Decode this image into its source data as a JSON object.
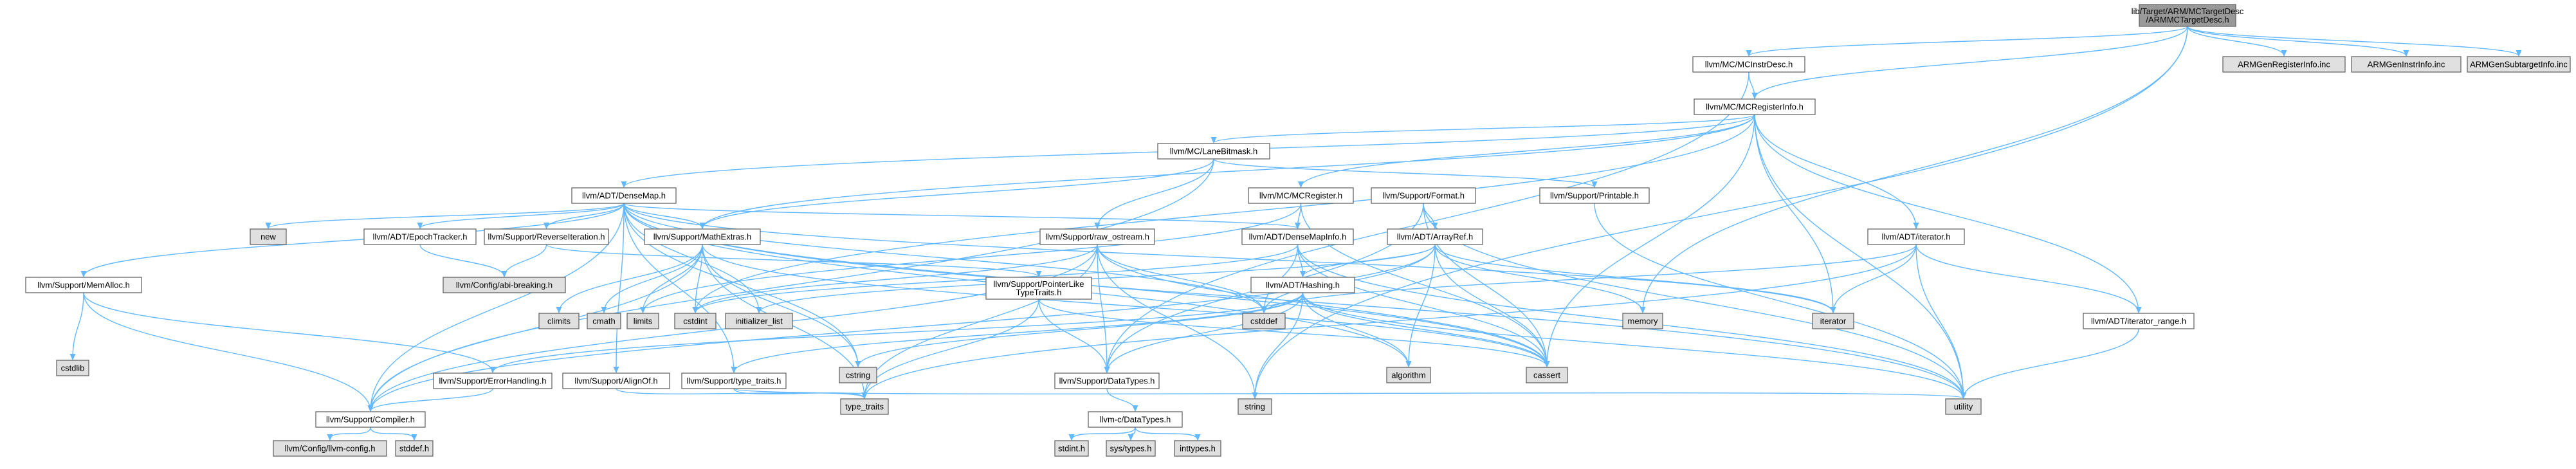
{
  "diagram": {
    "title": "",
    "colors": {
      "root_fill": "#999999",
      "header_fill": "#ffffff",
      "system_fill": "#e0e0e0",
      "red_border": "#ff0000",
      "edge": "#63b8ff",
      "border": "#666666"
    },
    "nodes": [
      {
        "id": "root",
        "kind": "root",
        "lines": [
          "lib/Target/ARM/MCTargetDesc",
          "/ARMMCTargetDesc.h"
        ]
      },
      {
        "id": "mcinstrdesc",
        "kind": "header",
        "lines": [
          "llvm/MC/MCInstrDesc.h"
        ]
      },
      {
        "id": "genreg",
        "kind": "system",
        "lines": [
          "ARMGenRegisterInfo.inc"
        ]
      },
      {
        "id": "geninstr",
        "kind": "system",
        "lines": [
          "ARMGenInstrInfo.inc"
        ]
      },
      {
        "id": "gensub",
        "kind": "system",
        "lines": [
          "ARMGenSubtargetInfo.inc"
        ]
      },
      {
        "id": "mcreginfo",
        "kind": "header",
        "lines": [
          "llvm/MC/MCRegisterInfo.h"
        ]
      },
      {
        "id": "lanebitmask",
        "kind": "header",
        "lines": [
          "llvm/MC/LaneBitmask.h"
        ]
      },
      {
        "id": "densemap",
        "kind": "header",
        "lines": [
          "llvm/ADT/DenseMap.h"
        ]
      },
      {
        "id": "mcregister",
        "kind": "header",
        "lines": [
          "llvm/MC/MCRegister.h"
        ]
      },
      {
        "id": "format",
        "kind": "red",
        "lines": [
          "llvm/Support/Format.h"
        ]
      },
      {
        "id": "printable",
        "kind": "red",
        "lines": [
          "llvm/Support/Printable.h"
        ]
      },
      {
        "id": "rawostream",
        "kind": "red",
        "lines": [
          "llvm/Support/raw_ostream.h"
        ]
      },
      {
        "id": "densemapinfo",
        "kind": "header",
        "lines": [
          "llvm/ADT/DenseMapInfo.h"
        ]
      },
      {
        "id": "arrayref",
        "kind": "red",
        "lines": [
          "llvm/ADT/ArrayRef.h"
        ]
      },
      {
        "id": "iteratorh",
        "kind": "header",
        "lines": [
          "llvm/ADT/iterator.h"
        ]
      },
      {
        "id": "new",
        "kind": "system",
        "lines": [
          "new"
        ]
      },
      {
        "id": "epoch",
        "kind": "header",
        "lines": [
          "llvm/ADT/EpochTracker.h"
        ]
      },
      {
        "id": "reverseiter",
        "kind": "header",
        "lines": [
          "llvm/Support/ReverseIteration.h"
        ]
      },
      {
        "id": "mathextras",
        "kind": "header",
        "lines": [
          "llvm/Support/MathExtras.h"
        ]
      },
      {
        "id": "memalloc",
        "kind": "header",
        "lines": [
          "llvm/Support/MemAlloc.h"
        ]
      },
      {
        "id": "abibreaking",
        "kind": "system",
        "lines": [
          "llvm/Config/abi-breaking.h"
        ]
      },
      {
        "id": "climits",
        "kind": "system",
        "lines": [
          "climits"
        ]
      },
      {
        "id": "cmath",
        "kind": "system",
        "lines": [
          "cmath"
        ]
      },
      {
        "id": "limits",
        "kind": "system",
        "lines": [
          "limits"
        ]
      },
      {
        "id": "cstdint",
        "kind": "system",
        "lines": [
          "cstdint"
        ]
      },
      {
        "id": "initlist",
        "kind": "system",
        "lines": [
          "initializer_list"
        ]
      },
      {
        "id": "cstddef",
        "kind": "system",
        "lines": [
          "cstddef"
        ]
      },
      {
        "id": "memory",
        "kind": "system",
        "lines": [
          "memory"
        ]
      },
      {
        "id": "iterator",
        "kind": "system",
        "lines": [
          "iterator"
        ]
      },
      {
        "id": "hashing",
        "kind": "red",
        "lines": [
          "llvm/ADT/Hashing.h"
        ]
      },
      {
        "id": "ptrlike",
        "kind": "header",
        "lines": [
          "llvm/Support/PointerLike",
          "TypeTraits.h"
        ]
      },
      {
        "id": "iterrange",
        "kind": "header",
        "lines": [
          "llvm/ADT/iterator_range.h"
        ]
      },
      {
        "id": "cstdlib",
        "kind": "system",
        "lines": [
          "cstdlib"
        ]
      },
      {
        "id": "errhandling",
        "kind": "header",
        "lines": [
          "llvm/Support/ErrorHandling.h"
        ]
      },
      {
        "id": "alignof",
        "kind": "header",
        "lines": [
          "llvm/Support/AlignOf.h"
        ]
      },
      {
        "id": "typetraitsh",
        "kind": "header",
        "lines": [
          "llvm/Support/type_traits.h"
        ]
      },
      {
        "id": "cstring",
        "kind": "system",
        "lines": [
          "cstring"
        ]
      },
      {
        "id": "datatypes",
        "kind": "header",
        "lines": [
          "llvm/Support/DataTypes.h"
        ]
      },
      {
        "id": "algorithm",
        "kind": "system",
        "lines": [
          "algorithm"
        ]
      },
      {
        "id": "cassert",
        "kind": "system",
        "lines": [
          "cassert"
        ]
      },
      {
        "id": "compiler",
        "kind": "header",
        "lines": [
          "llvm/Support/Compiler.h"
        ]
      },
      {
        "id": "typetraits",
        "kind": "system",
        "lines": [
          "type_traits"
        ]
      },
      {
        "id": "string",
        "kind": "system",
        "lines": [
          "string"
        ]
      },
      {
        "id": "utility",
        "kind": "system",
        "lines": [
          "utility"
        ]
      },
      {
        "id": "cdatatypes",
        "kind": "header",
        "lines": [
          "llvm-c/DataTypes.h"
        ]
      },
      {
        "id": "llvmconfig",
        "kind": "system",
        "lines": [
          "llvm/Config/llvm-config.h"
        ]
      },
      {
        "id": "stddef",
        "kind": "system",
        "lines": [
          "stddef.h"
        ]
      },
      {
        "id": "stdint",
        "kind": "system",
        "lines": [
          "stdint.h"
        ]
      },
      {
        "id": "systypes",
        "kind": "system",
        "lines": [
          "sys/types.h"
        ]
      },
      {
        "id": "inttypes",
        "kind": "system",
        "lines": [
          "inttypes.h"
        ]
      }
    ],
    "edges": [
      [
        "root",
        "mcinstrdesc"
      ],
      [
        "root",
        "genreg"
      ],
      [
        "root",
        "geninstr"
      ],
      [
        "root",
        "gensub"
      ],
      [
        "root",
        "memory"
      ],
      [
        "root",
        "string"
      ],
      [
        "root",
        "mcreginfo"
      ],
      [
        "mcinstrdesc",
        "mcreginfo"
      ],
      [
        "mcinstrdesc",
        "datatypes"
      ],
      [
        "mcreginfo",
        "lanebitmask"
      ],
      [
        "mcreginfo",
        "densemap"
      ],
      [
        "mcreginfo",
        "mcregister"
      ],
      [
        "mcreginfo",
        "iteratorh"
      ],
      [
        "mcreginfo",
        "iterrange"
      ],
      [
        "mcreginfo",
        "mathextras"
      ],
      [
        "mcreginfo",
        "cassert"
      ],
      [
        "mcreginfo",
        "cstdint"
      ],
      [
        "mcreginfo",
        "iterator"
      ],
      [
        "mcreginfo",
        "utility"
      ],
      [
        "lanebitmask",
        "compiler"
      ],
      [
        "lanebitmask",
        "mathextras"
      ],
      [
        "lanebitmask",
        "printable"
      ],
      [
        "lanebitmask",
        "rawostream"
      ],
      [
        "densemap",
        "densemapinfo"
      ],
      [
        "densemap",
        "epoch"
      ],
      [
        "densemap",
        "alignof"
      ],
      [
        "densemap",
        "compiler"
      ],
      [
        "densemap",
        "mathextras"
      ],
      [
        "densemap",
        "memalloc"
      ],
      [
        "densemap",
        "reverseiter"
      ],
      [
        "densemap",
        "typetraitsh"
      ],
      [
        "densemap",
        "algorithm"
      ],
      [
        "densemap",
        "cassert"
      ],
      [
        "densemap",
        "cstddef"
      ],
      [
        "densemap",
        "cstring"
      ],
      [
        "densemap",
        "initlist"
      ],
      [
        "densemap",
        "iterator"
      ],
      [
        "densemap",
        "new"
      ],
      [
        "densemap",
        "type_traits_dummy"
      ],
      [
        "densemap",
        "utility"
      ],
      [
        "mcregister",
        "densemapinfo"
      ],
      [
        "mcregister",
        "cassert"
      ],
      [
        "mcregister",
        "limits"
      ],
      [
        "format",
        "arrayref"
      ],
      [
        "format",
        "cassert"
      ],
      [
        "format",
        "utility"
      ],
      [
        "format",
        "datatypes"
      ],
      [
        "printable",
        "utility"
      ],
      [
        "rawostream",
        "compiler"
      ],
      [
        "rawostream",
        "datatypes"
      ],
      [
        "rawostream",
        "cassert"
      ],
      [
        "rawostream",
        "cstddef"
      ],
      [
        "rawostream",
        "cstdint"
      ],
      [
        "rawostream",
        "string"
      ],
      [
        "rawostream",
        "typetraits"
      ],
      [
        "densemapinfo",
        "hashing"
      ],
      [
        "densemapinfo",
        "cassert"
      ],
      [
        "densemapinfo",
        "cstddef"
      ],
      [
        "densemapinfo",
        "cstdint"
      ],
      [
        "densemapinfo",
        "utility"
      ],
      [
        "arrayref",
        "hashing"
      ],
      [
        "arrayref",
        "compiler"
      ],
      [
        "arrayref",
        "algorithm"
      ],
      [
        "arrayref",
        "cassert"
      ],
      [
        "arrayref",
        "cstddef"
      ],
      [
        "arrayref",
        "initlist"
      ],
      [
        "arrayref",
        "iterator"
      ],
      [
        "arrayref",
        "memory"
      ],
      [
        "iteratorh",
        "iterrange"
      ],
      [
        "iteratorh",
        "cstddef"
      ],
      [
        "iteratorh",
        "iterator"
      ],
      [
        "iteratorh",
        "typetraits"
      ],
      [
        "iteratorh",
        "utility"
      ],
      [
        "epoch",
        "abibreaking"
      ],
      [
        "reverseiter",
        "ptrlike"
      ],
      [
        "reverseiter",
        "abibreaking"
      ],
      [
        "mathextras",
        "compiler"
      ],
      [
        "mathextras",
        "cassert"
      ],
      [
        "mathextras",
        "climits"
      ],
      [
        "mathextras",
        "cmath"
      ],
      [
        "mathextras",
        "cstdint"
      ],
      [
        "mathextras",
        "cstring"
      ],
      [
        "mathextras",
        "limits"
      ],
      [
        "mathextras",
        "typetraits"
      ],
      [
        "memalloc",
        "compiler"
      ],
      [
        "memalloc",
        "errhandling"
      ],
      [
        "memalloc",
        "cstdlib"
      ],
      [
        "hashing",
        "errhandling"
      ],
      [
        "hashing",
        "datatypes"
      ],
      [
        "hashing",
        "typetraitsh"
      ],
      [
        "hashing",
        "algorithm"
      ],
      [
        "hashing",
        "cassert"
      ],
      [
        "hashing",
        "cstring"
      ],
      [
        "hashing",
        "string"
      ],
      [
        "hashing",
        "utility"
      ],
      [
        "ptrlike",
        "datatypes"
      ],
      [
        "ptrlike",
        "cassert"
      ],
      [
        "ptrlike",
        "typetraits"
      ],
      [
        "iterrange",
        "utility"
      ],
      [
        "errhandling",
        "compiler"
      ],
      [
        "alignof",
        "typetraits"
      ],
      [
        "typetraitsh",
        "typetraits"
      ],
      [
        "typetraitsh",
        "utility"
      ],
      [
        "datatypes",
        "cdatatypes"
      ],
      [
        "compiler",
        "llvmconfig"
      ],
      [
        "compiler",
        "stddef"
      ],
      [
        "cdatatypes",
        "stdint"
      ],
      [
        "cdatatypes",
        "systypes"
      ],
      [
        "cdatatypes",
        "inttypes"
      ]
    ]
  }
}
